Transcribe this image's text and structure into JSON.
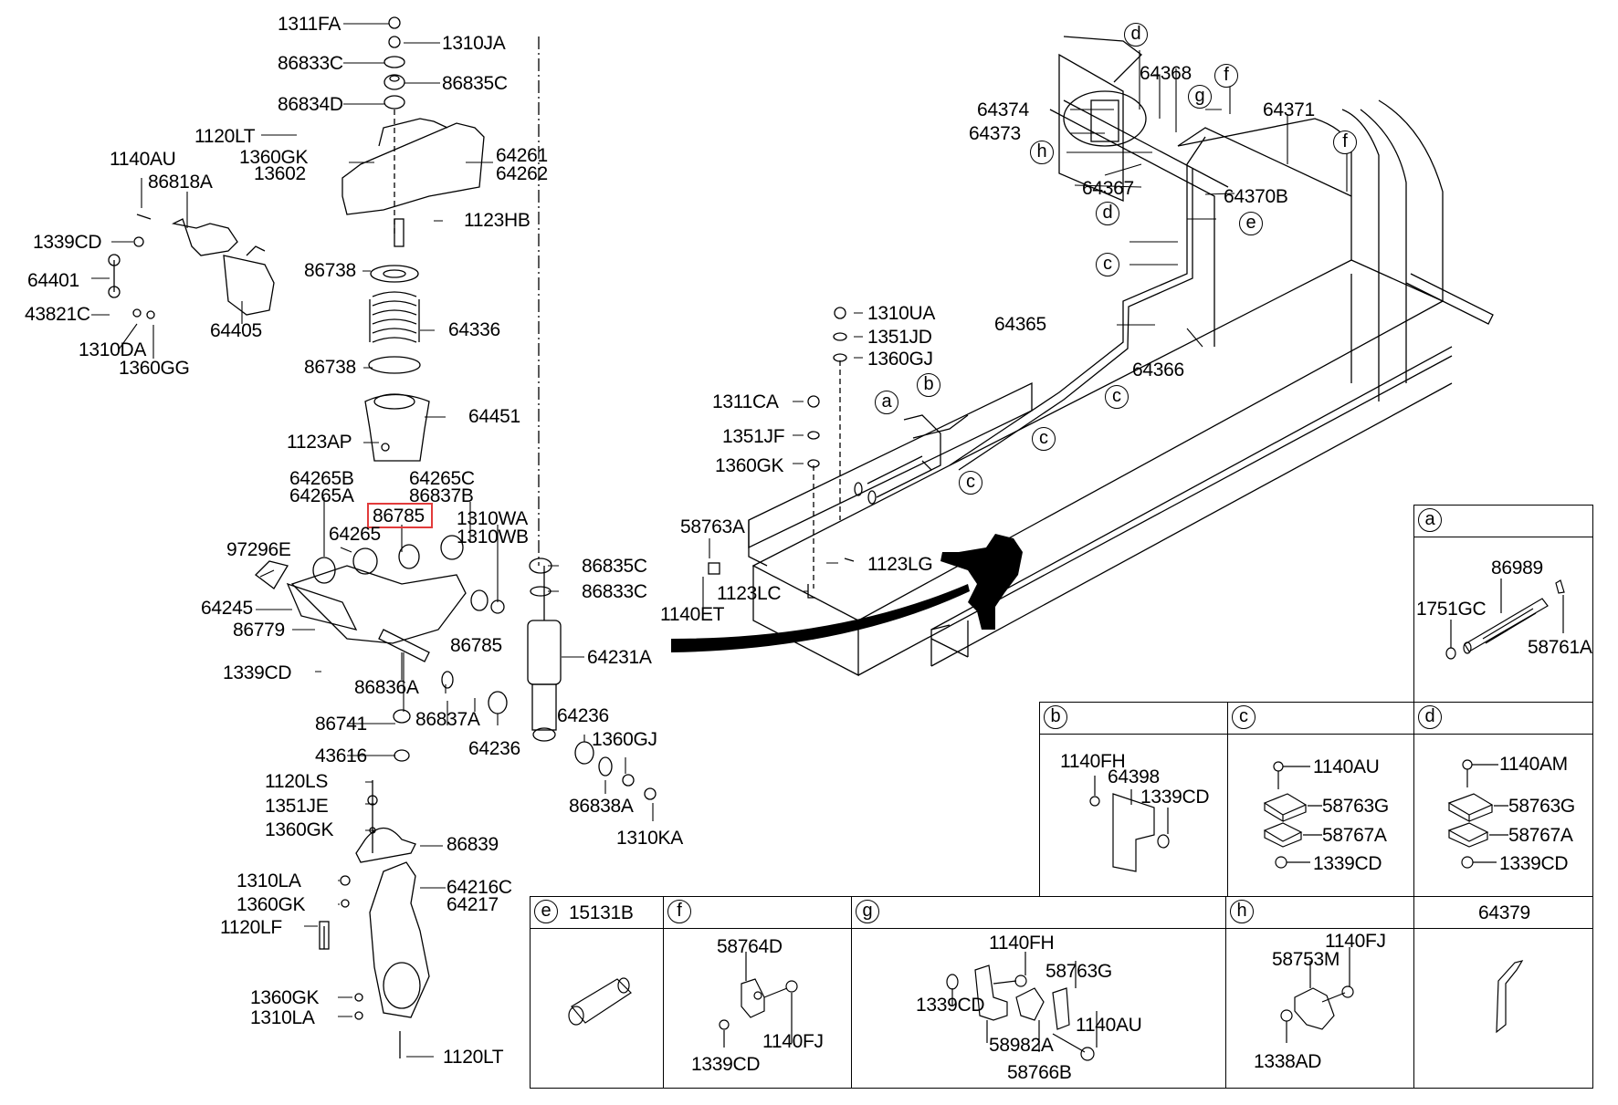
{
  "diagram": {
    "title": "Rear suspension / leveling system exploded parts diagram",
    "highlighted_part": "86785",
    "highlight_color": "#e23b3b",
    "left_assembly_labels": {
      "l1311FA": "1311FA",
      "l1310JA": "1310JA",
      "l86833C_top": "86833C",
      "l86835C_top": "86835C",
      "l86834D": "86834D",
      "l1120LT_top": "1120LT",
      "l1360GK_top": "1360GK",
      "l13602": "13602",
      "l64261": "64261",
      "l64262": "64262",
      "l1123HB": "1123HB",
      "l1140AU": "1140AU",
      "l86818A": "86818A",
      "l1339CD_a": "1339CD",
      "l64401": "64401",
      "l43821C": "43821C",
      "l1310DA": "1310DA",
      "l1360GG": "1360GG",
      "l64405": "64405",
      "l86738_a": "86738",
      "l64336": "64336",
      "l86738_b": "86738",
      "l64451": "64451",
      "l1123AP": "1123AP",
      "l64265B": "64265B",
      "l64265A": "64265A",
      "l64265C": "64265C",
      "l86837B": "86837B",
      "l86785": "86785",
      "l1310WA": "1310WA",
      "l1310WB": "1310WB",
      "l97296E": "97296E",
      "l64265": "64265",
      "l64245": "64245",
      "l86779": "86779",
      "l86785_b": "86785",
      "l1339CD_b": "1339CD",
      "l86836A": "86836A",
      "l86835C_b": "86835C",
      "l86833C_b": "86833C",
      "l64231A": "64231A",
      "l86741": "86741",
      "l43616": "43616",
      "l86837A": "86837A",
      "l64236_a": "64236",
      "l64236_b": "64236",
      "l1360GJ_a": "1360GJ",
      "l86838A": "86838A",
      "l1310KA": "1310KA",
      "l1120LS": "1120LS",
      "l1351JE": "1351JE",
      "l1360GK_b": "1360GK",
      "l86839": "86839",
      "l1310LA_a": "1310LA",
      "l1360GK_c": "1360GK",
      "l1120LF": "1120LF",
      "l64216C": "64216C",
      "l64217": "64217",
      "l1360GK_d": "1360GK",
      "l1310LA_b": "1310LA",
      "l1120LT_b": "1120LT"
    },
    "frame_labels": {
      "l1310UA": "1310UA",
      "l1351JD": "1351JD",
      "l1360GJ_b": "1360GJ",
      "l1311CA": "1311CA",
      "l1351JF": "1351JF",
      "l1360GK_e": "1360GK",
      "l58763A": "58763A",
      "l1140ET": "1140ET",
      "l1123LC": "1123LC",
      "l1123LG": "1123LG",
      "l64374": "64374",
      "l64373": "64373",
      "l64368": "64368",
      "l64371": "64371",
      "l64367": "64367",
      "l64370B": "64370B",
      "l64365": "64365",
      "l64366": "64366"
    },
    "callouts": {
      "a": "a",
      "b": "b",
      "c": "c",
      "d": "d",
      "e": "e",
      "f": "f",
      "g": "g",
      "h": "h"
    },
    "panels": {
      "a": {
        "key": "a",
        "parts": {
          "p1": "86989",
          "p2": "1751GC",
          "p3": "58761A"
        }
      },
      "b": {
        "key": "b",
        "parts": {
          "p1": "1140FH",
          "p2": "64398",
          "p3": "1339CD"
        }
      },
      "c": {
        "key": "c",
        "parts": {
          "p1": "1140AU",
          "p2": "58763G",
          "p3": "58767A",
          "p4": "1339CD"
        }
      },
      "d": {
        "key": "d",
        "parts": {
          "p1": "1140AM",
          "p2": "58763G",
          "p3": "58767A",
          "p4": "1339CD"
        }
      },
      "e": {
        "key": "e",
        "header_part": "15131B"
      },
      "f": {
        "key": "f",
        "parts": {
          "p1": "58764D",
          "p2": "1140FJ",
          "p3": "1339CD"
        }
      },
      "g": {
        "key": "g",
        "parts": {
          "p1": "1140FH",
          "p2": "1339CD",
          "p3": "58763G",
          "p4": "58982A",
          "p5": "1140AU",
          "p6": "58766B"
        }
      },
      "h": {
        "key": "h",
        "parts": {
          "p1": "1140FJ",
          "p2": "58753M",
          "p3": "1338AD"
        }
      },
      "i": {
        "header_part": "64379"
      }
    }
  }
}
